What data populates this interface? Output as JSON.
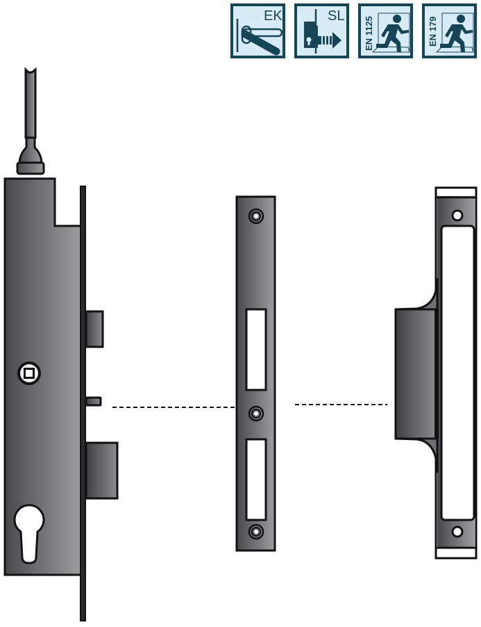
{
  "badges": [
    {
      "id": "ek",
      "label": "EK",
      "icon": "lever-handle-icon",
      "meaning": "lever handle"
    },
    {
      "id": "sl",
      "label": "SL",
      "icon": "lock-bolt-arrow-icon",
      "meaning": "latch/bolt action"
    },
    {
      "id": "en1125",
      "label": "EN 1125",
      "icon": "running-exit-icon",
      "meaning": "panic exit standard"
    },
    {
      "id": "en179",
      "label": "EN 179",
      "icon": "running-exit-icon",
      "meaning": "emergency exit standard"
    }
  ],
  "colors": {
    "badge_border": "#174558",
    "badge_fill": "#d8ecf8",
    "metal_dark": "#4a4b4f",
    "metal_light": "#9a9ca0",
    "outline": "#111111"
  },
  "drawing": {
    "components": [
      {
        "name": "mortise-lock-body",
        "features": [
          "connecting-rod",
          "follower-square",
          "latch-bolt",
          "dead-bolt",
          "profile-cylinder-hole",
          "faceplate"
        ]
      },
      {
        "name": "flat-strike-plate",
        "features": [
          "3 screw holes",
          "2 openings"
        ]
      },
      {
        "name": "box-strike-keeper",
        "features": [
          "2 screw holes",
          "projecting pocket"
        ]
      }
    ],
    "alignment_lines": 2
  }
}
